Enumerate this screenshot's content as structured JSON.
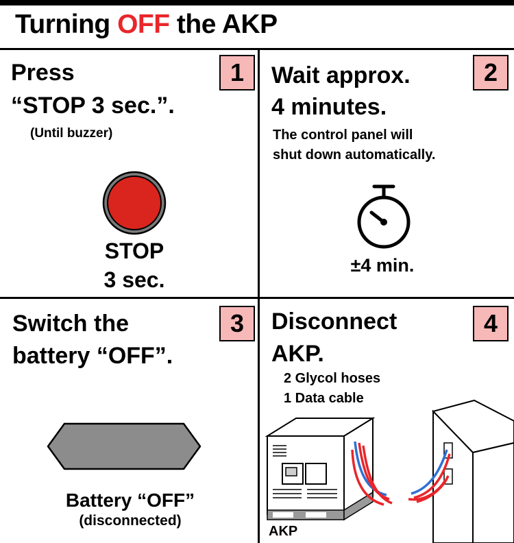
{
  "title": {
    "prefix": "Turning ",
    "highlight": "OFF",
    "suffix": " the AKP"
  },
  "steps": [
    {
      "number": "1",
      "heading_line1": "Press",
      "heading_line2": "“STOP 3 sec.”.",
      "note": "(Until buzzer)",
      "button_label_line1": "STOP",
      "button_label_line2": "3 sec."
    },
    {
      "number": "2",
      "heading_line1": "Wait approx.",
      "heading_line2": "4 minutes.",
      "note_line1": "The control panel will",
      "note_line2": "shut down automatically.",
      "timer_label": "±4 min."
    },
    {
      "number": "3",
      "heading_line1": "Switch the",
      "heading_line2": "battery “OFF”.",
      "caption_line1": "Battery “OFF”",
      "caption_line2": "(disconnected)"
    },
    {
      "number": "4",
      "heading_line1": "Disconnect",
      "heading_line2": "AKP.",
      "item1": "2 Glycol hoses",
      "item2": "1 Data cable",
      "unit_label": "AKP"
    }
  ],
  "colors": {
    "highlight": "#e8262b",
    "stop_button": "#d9251d",
    "number_box": "#f7b8b8",
    "battery_switch": "#8c8c8c",
    "hose_red": "#e8262b",
    "hose_blue": "#2f6fd6"
  },
  "icons": [
    "stop-button-icon",
    "stopwatch-icon",
    "battery-switch-icon",
    "akp-unit-illustration",
    "container-illustration"
  ]
}
